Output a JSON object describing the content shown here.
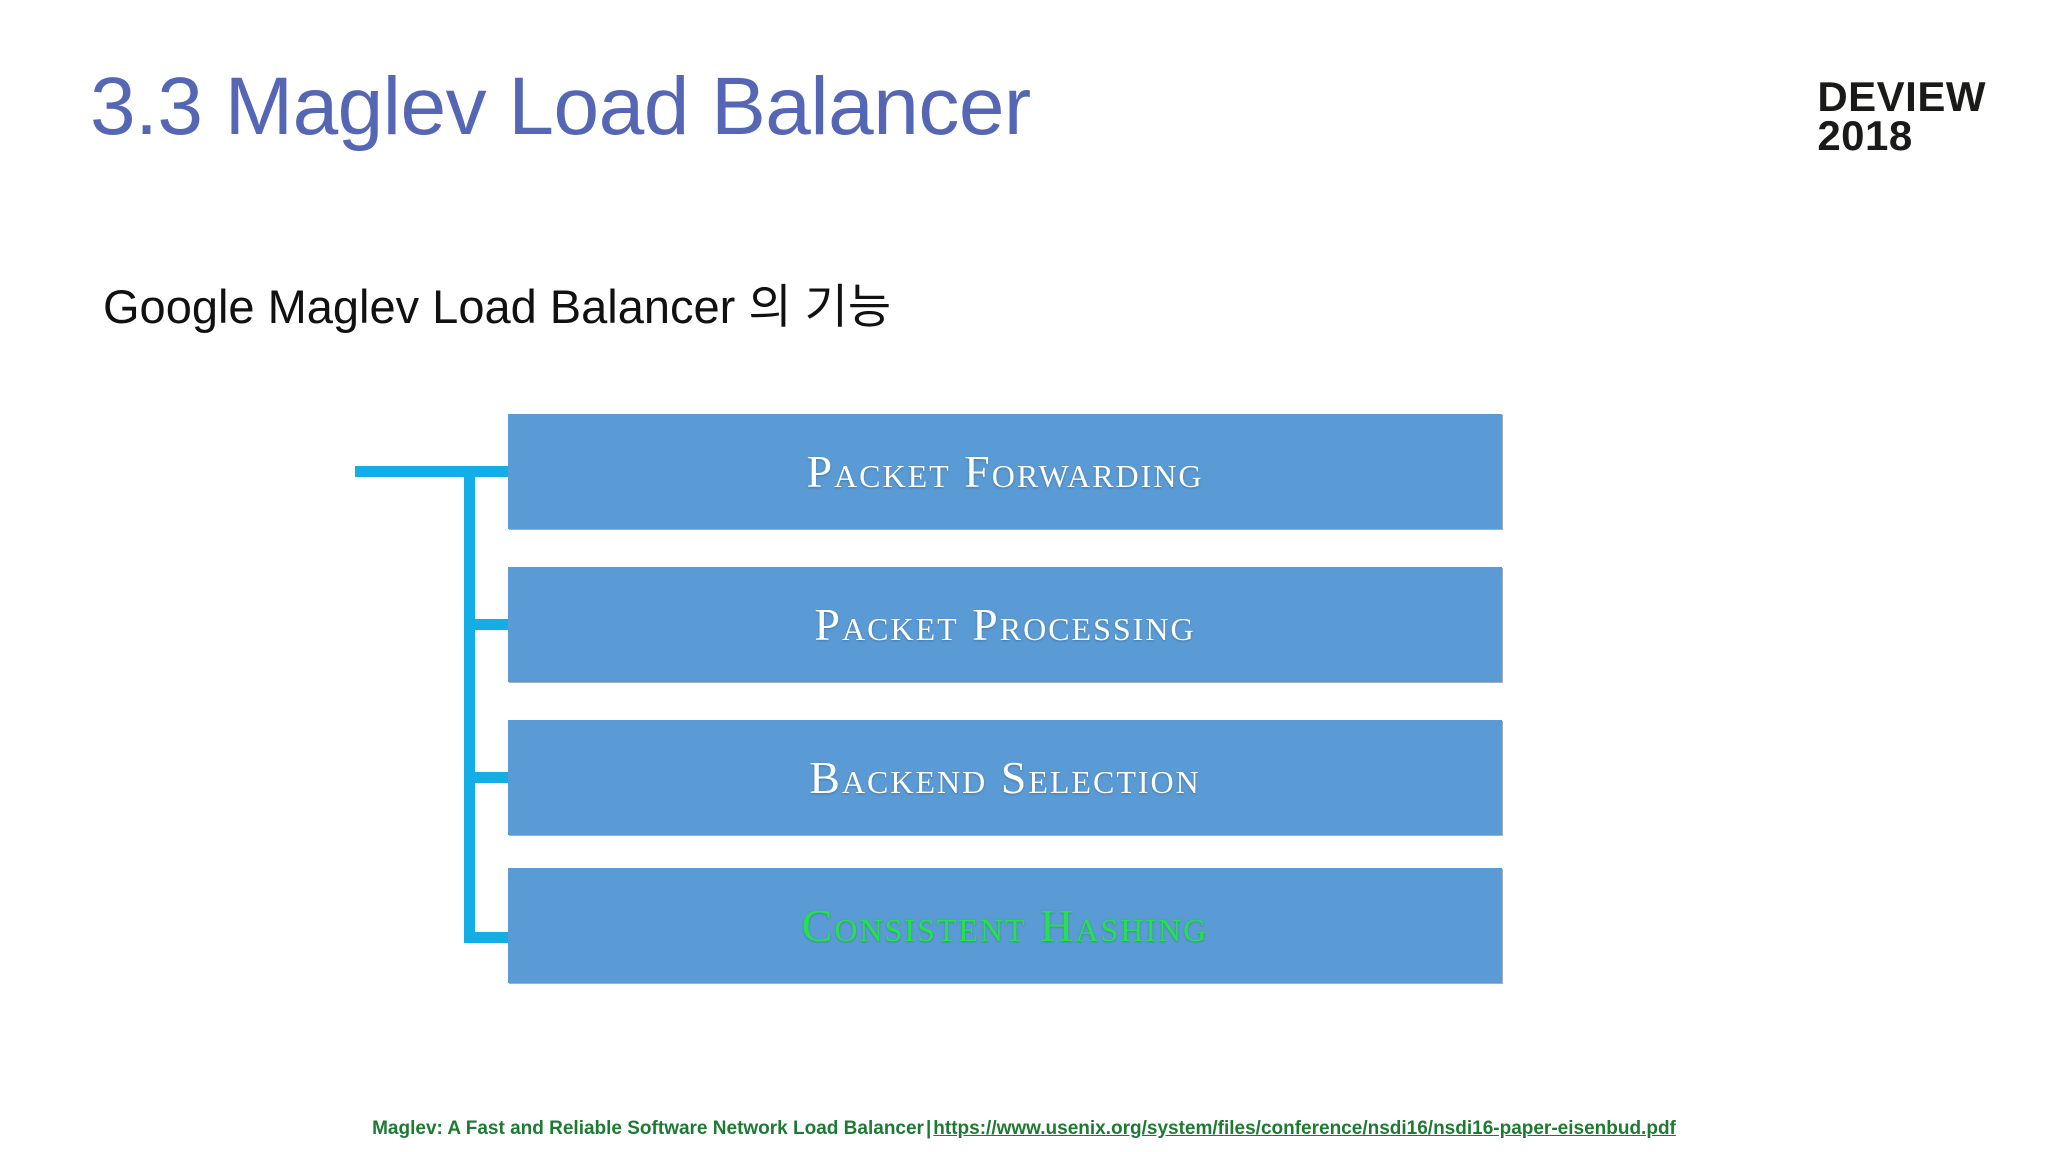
{
  "slide": {
    "title": "3.3 Maglev Load Balancer",
    "subtitle": "Google Maglev Load Balancer 의 기능",
    "background_color": "#ffffff",
    "title_color": "#5566b5"
  },
  "brand": {
    "name": "DEVIEW",
    "year": "2018",
    "color": "#1a1a18"
  },
  "diagram": {
    "type": "bracket-list",
    "connector_color": "#13aee6",
    "box_color": "#5b9bd5",
    "nodes": [
      {
        "label": "Packet Forwarding",
        "text_color": "#ffffff",
        "highlighted": false
      },
      {
        "label": "Packet Processing",
        "text_color": "#ffffff",
        "highlighted": false
      },
      {
        "label": "Backend Selection",
        "text_color": "#ffffff",
        "highlighted": false
      },
      {
        "label": "Consistent Hashing",
        "text_color": "#22e34a",
        "highlighted": true
      }
    ]
  },
  "footer": {
    "citation": "Maglev: A Fast and Reliable Software Network Load Balancer",
    "separator": "|",
    "url": "https://www.usenix.org/system/files/conference/nsdi16/nsdi16-paper-eisenbud.pdf",
    "color": "#1e7a33"
  }
}
